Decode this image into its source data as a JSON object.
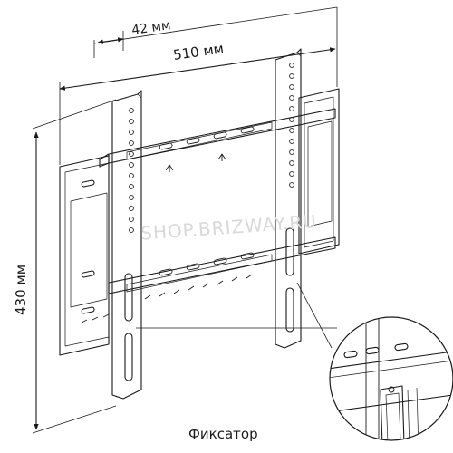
{
  "dimensions": {
    "offset_width": "42 мм",
    "overall_width": "510 мм",
    "overall_height": "430 мм"
  },
  "callout": {
    "lock_label": "Фиксатор"
  },
  "watermark": {
    "text": "SHOP.BRIZWAY.RU"
  },
  "colors": {
    "line": "#1a1a1a",
    "watermark": "#d9d9d9",
    "background": "#ffffff"
  }
}
